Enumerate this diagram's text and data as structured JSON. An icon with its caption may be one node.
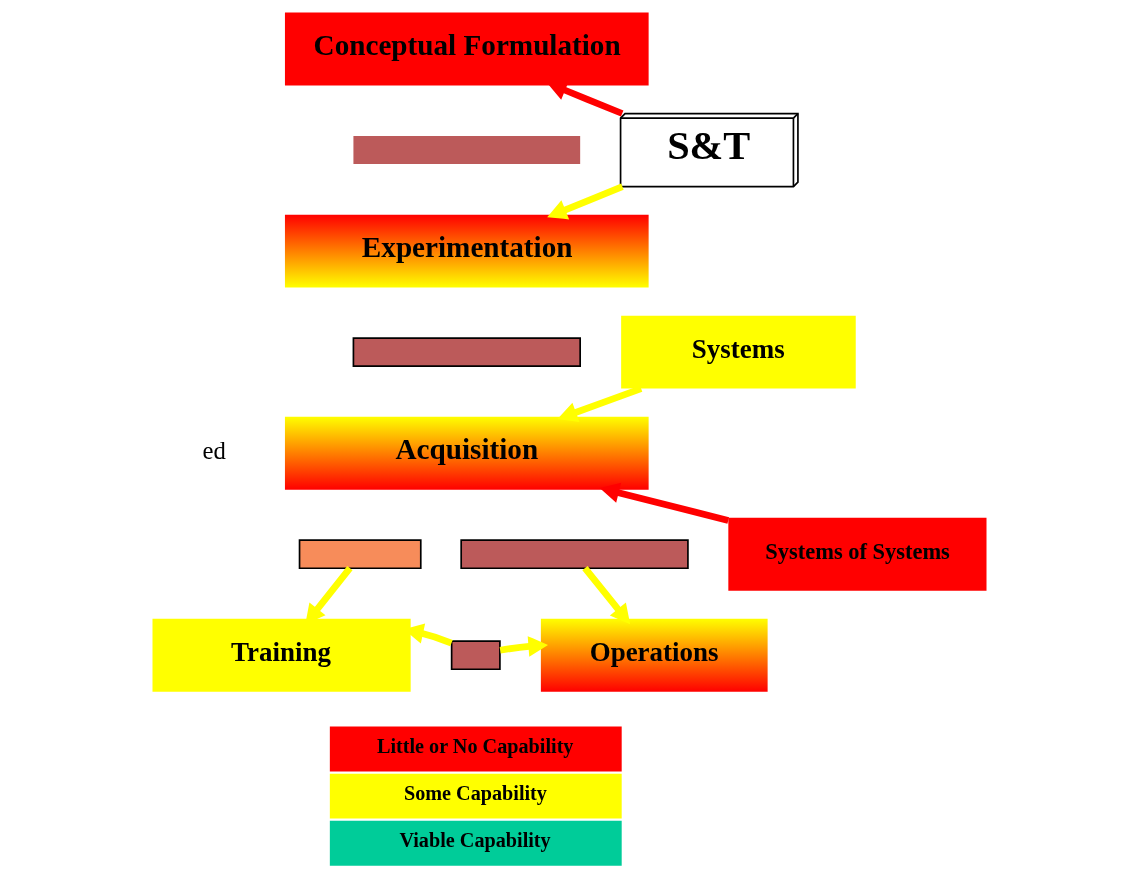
{
  "diagram": {
    "nodes": [
      {
        "text": [
          "Conceptual Formulation"
        ]
      },
      {
        "text": [],
        "shape": "bar"
      },
      {
        "text": [
          "Experimentation"
        ]
      },
      {
        "text": [],
        "shape": "bar"
      },
      {
        "text": [
          "Acquisition"
        ]
      },
      {
        "text": [],
        "shape": "bar"
      },
      {
        "text": [],
        "shape": "bar"
      },
      {
        "text": [
          "S&T"
        ]
      },
      {
        "text": [
          "Systems"
        ]
      },
      {
        "text": [
          "Systems of Systems"
        ]
      },
      {
        "text": [
          "Training"
        ]
      },
      {
        "text": [],
        "shape": "bar"
      },
      {
        "text": [
          "Operations"
        ]
      }
    ],
    "edges": [
      {
        "from": 7,
        "to": 0,
        "arrow": "to",
        "color": "#ff0000"
      },
      {
        "from": 7,
        "to": 2,
        "arrow": "to"
      },
      {
        "from": 8,
        "to": 4,
        "arrow": "to"
      },
      {
        "from": 9,
        "to": 4,
        "arrow": "to",
        "color": "#ff0000"
      },
      {
        "from": 5,
        "to": 10,
        "arrow": "to"
      },
      {
        "from": 6,
        "to": 12,
        "arrow": "to"
      },
      {
        "from": 11,
        "to": 10,
        "arrow": "to"
      },
      {
        "from": 11,
        "to": 12,
        "arrow": "to"
      }
    ],
    "labels": [
      "ed"
    ],
    "legend": [
      {
        "text": "Little or No Capability",
        "color": "#ff0000"
      },
      {
        "text": "Some Capability",
        "color": "#ffff00"
      },
      {
        "text": "Viable Capability",
        "color": "#00cc99"
      }
    ]
  }
}
